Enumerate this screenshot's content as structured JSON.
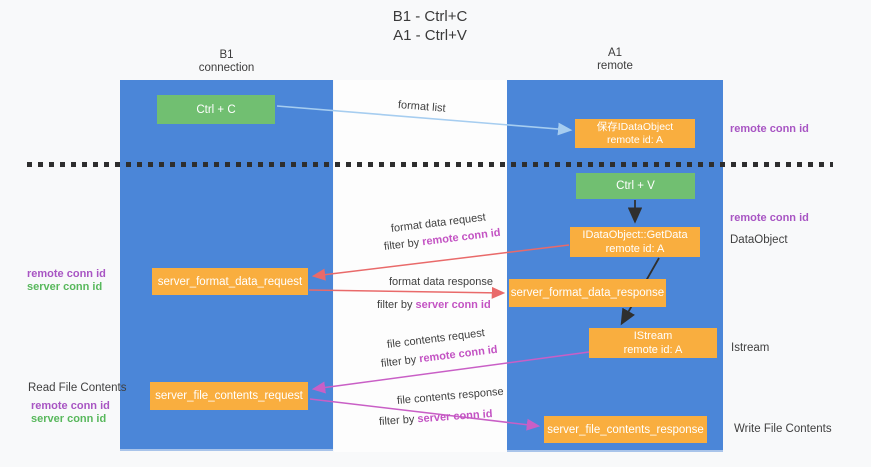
{
  "title": {
    "line1": "B1 - Ctrl+C",
    "line2": "A1 - Ctrl+V"
  },
  "lanes": {
    "left": {
      "title": "B1",
      "subtitle": "connection"
    },
    "right": {
      "title": "A1",
      "subtitle": "remote"
    }
  },
  "boxes": {
    "ctrl_c": {
      "label": "Ctrl + C"
    },
    "ctrl_v": {
      "label": "Ctrl + V"
    },
    "store_dataobject": {
      "line1": "保存IDataObject",
      "line2": "remote id: A"
    },
    "getdata": {
      "line1": "IDataObject::GetData",
      "line2": "remote id: A"
    },
    "istream": {
      "line1": "IStream",
      "line2": "remote id: A"
    },
    "format_request": {
      "label": "server_format_data_request"
    },
    "format_response": {
      "label": "server_format_data_response"
    },
    "file_request": {
      "label": "server_file_contents_request"
    },
    "file_response": {
      "label": "server_file_contents_response"
    }
  },
  "arrows": {
    "format_list": {
      "label": "format list"
    },
    "format_data_request": {
      "label": "format data request",
      "filter_prefix": "filter by ",
      "filter_key": "remote conn id"
    },
    "format_data_response": {
      "label": "format data response",
      "filter_prefix": "filter by ",
      "filter_key": "server conn id"
    },
    "file_contents_request": {
      "label": "file contents request",
      "filter_prefix": "filter by ",
      "filter_key": "remote conn id"
    },
    "file_contents_response": {
      "label": "file contents response",
      "filter_prefix": "filter by ",
      "filter_key": "server conn id"
    }
  },
  "annotations": {
    "left_top": {
      "remote": "remote conn id",
      "server": "server conn id"
    },
    "read_file": "Read File Contents",
    "left_bottom": {
      "remote": "remote conn id",
      "server": "server conn id"
    },
    "right_conn_1": "remote conn id",
    "right_conn_2": "remote conn id",
    "dataobject": "DataObject",
    "istream": "Istream",
    "write_file": "Write File Contents"
  },
  "colors": {
    "lane_blue": "#4b86d8",
    "box_green": "#71bf71",
    "box_orange": "#f9ae3f",
    "arrow_red": "#e96a6a",
    "arrow_magenta": "#c95fc6",
    "arrow_light_blue": "#a6cdf0",
    "arrow_black": "#2f2f2f",
    "text_purple": "#a855c3",
    "text_green": "#58b85c",
    "text_magenta": "#c353c3",
    "text_dark": "#3d3d3d"
  }
}
